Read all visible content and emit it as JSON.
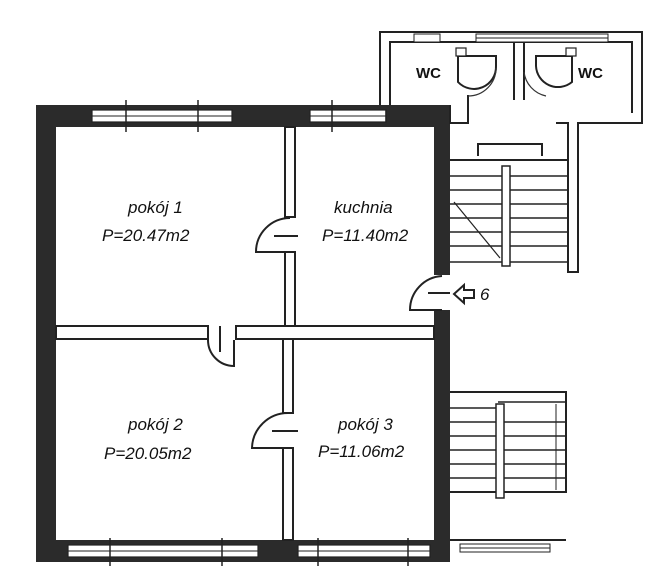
{
  "rooms": [
    {
      "name": "pokój 1",
      "area": "P=20.47m2"
    },
    {
      "name": "kuchnia",
      "area": "P=11.40m2"
    },
    {
      "name": "pokój 2",
      "area": "P=20.05m2"
    },
    {
      "name": "pokój 3",
      "area": "P=11.06m2"
    }
  ],
  "wc": [
    "WC",
    "WC"
  ],
  "entrance": {
    "number": "6"
  }
}
